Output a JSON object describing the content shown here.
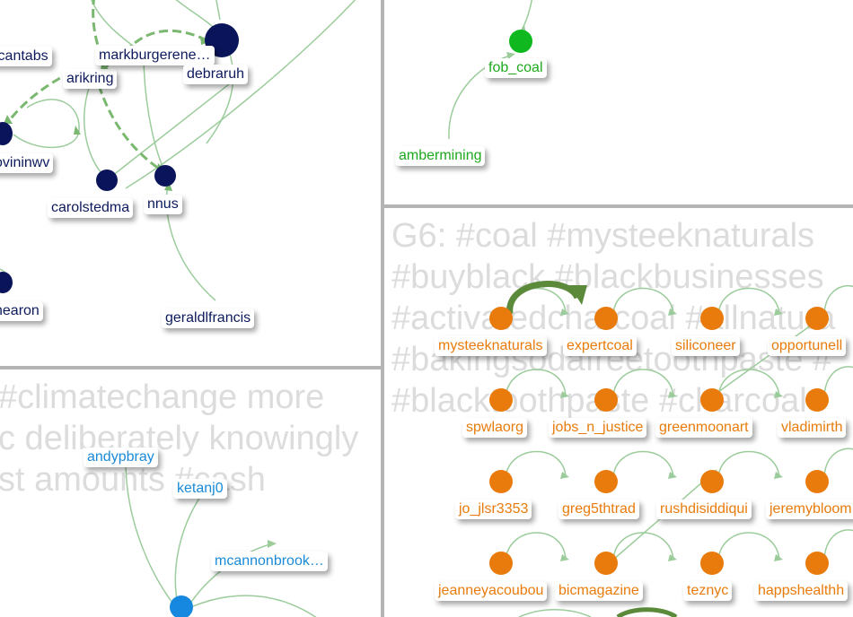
{
  "colors": {
    "navy": "#0a145a",
    "green": "#10b820",
    "blue": "#1688e0",
    "orange": "#e87b0c",
    "edge": "#9ccc9c",
    "edge_dark": "#5a8a3a",
    "title_gray": "#dcdcdc",
    "divider": "#b4b4b4"
  },
  "panel_top_left": {
    "labels": [
      "icantabs",
      "arikring",
      "markburgerene…",
      "debraruh",
      "ovininwv",
      "carolstedma",
      "nnus",
      "hearon",
      "geraldlfrancis"
    ]
  },
  "panel_top_right": {
    "labels": [
      "fob_coal",
      "ambermining"
    ]
  },
  "panel_bottom_left": {
    "title": "#climatechange more\nc deliberately knowingly\nst amounts #cash",
    "labels": [
      "andypbray",
      "ketanj0",
      "mcannonbrook…"
    ]
  },
  "panel_bottom_right": {
    "title": "G6: #coal #mysteeknaturals\n#buyblack #blackbusinesses\n#activatedcharcoal #allnatura\n#bakingsodafreetoothpaste #\n#blacktoothpaste #charcoal",
    "labels": [
      "mysteeknaturals",
      "expertcoal",
      "siliconeer",
      "opportunell",
      "spwlaorg",
      "jobs_n_justice",
      "greenmoonart",
      "vladimirth",
      "jo_jlsr3353",
      "greg5thtrad",
      "rushdisiddiqui",
      "jeremybloom",
      "jeanneyacoubou",
      "bicmagazine",
      "teznyc",
      "happshealthh"
    ]
  }
}
